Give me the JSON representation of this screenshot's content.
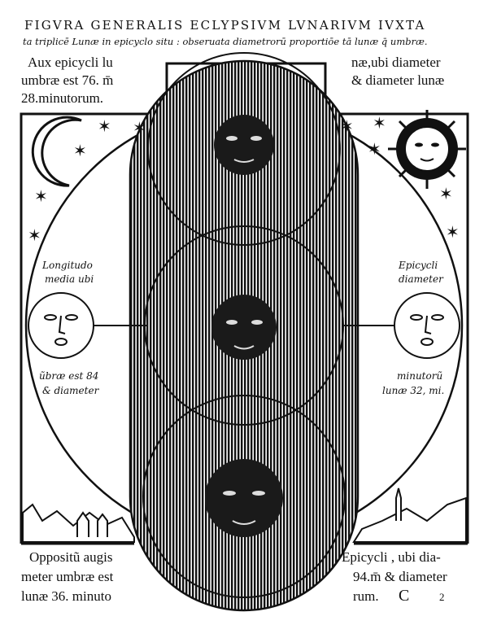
{
  "title": "FIGVRA GENERALIS ECLYPSIVM LVNARIVM IVXTA",
  "subtitle": "ta triplicē Lunæ in epicyclo situ : obseruata diametrorū proportiōe tā lunæ q̄ umbræ.",
  "top_left": [
    "Aux epicycli lu",
    "umbræ est 76. m̄",
    "28.minutorum."
  ],
  "top_right": [
    "næ,ubi diameter",
    "& diameter lunæ"
  ],
  "inner_left_top": [
    "Longitudo",
    "media ubi"
  ],
  "inner_left_bottom": [
    "ũbræ est 84",
    "& diameter"
  ],
  "inner_right_top": [
    "Epicycli",
    "diameter"
  ],
  "inner_right_bottom": [
    "minutorũ",
    "lunæ 32, mi."
  ],
  "bottom_left": [
    "Oppositũ augis",
    "meter umbræ est",
    "lunæ 36. minuto"
  ],
  "bottom_right": [
    "Epicycli , ubi dia-",
    "94.m̄ & diameter",
    "rum."
  ],
  "signature": "C",
  "signature_num": "2",
  "colors": {
    "ink": "#111111",
    "paper": "#ffffff"
  }
}
